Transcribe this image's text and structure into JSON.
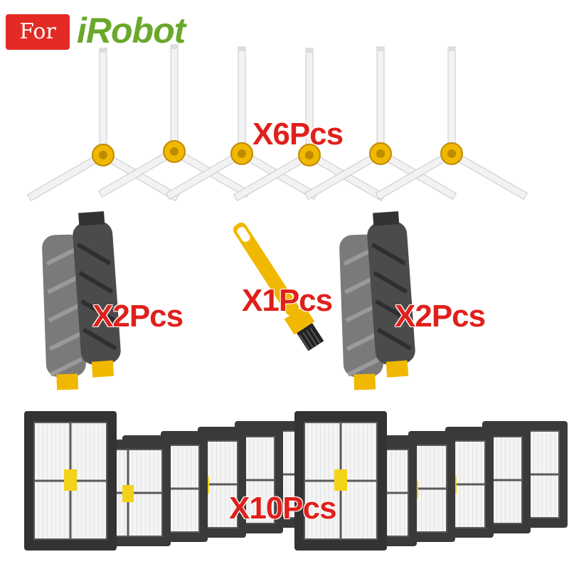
{
  "badge": {
    "label": "For",
    "color": "#e42a24"
  },
  "brand": {
    "name": "iRobot",
    "color": "#6aa82c"
  },
  "quantity_color": "#e0201b",
  "items": {
    "side_brushes": {
      "quantity_label": "X6Pcs",
      "count": 6
    },
    "roller_left": {
      "quantity_label": "X2Pcs"
    },
    "cleaning_tool": {
      "quantity_label": "X1Pcs"
    },
    "roller_right": {
      "quantity_label": "X2Pcs"
    },
    "filters": {
      "quantity_label": "X10Pcs",
      "count": 10
    }
  }
}
